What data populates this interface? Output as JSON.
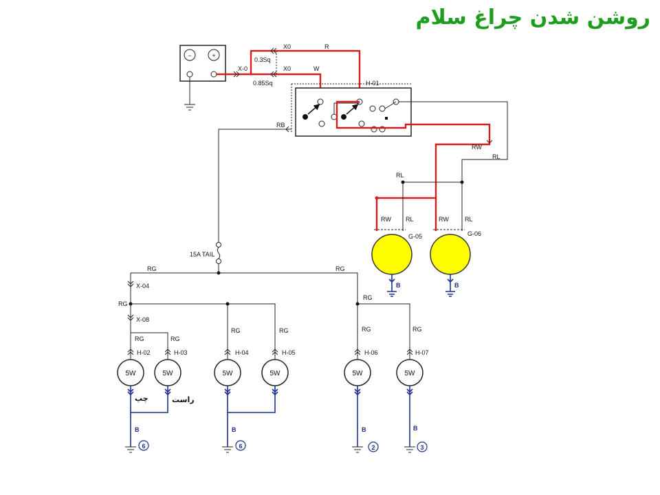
{
  "title": "روشن شدن چراغ سلام",
  "colors": {
    "title": "#1e9e1e",
    "hot_wire": "#d21e1e",
    "ground_wire": "#1a2f8f",
    "lamp": "#ffff00"
  },
  "labels": {
    "x0_a": "X0",
    "x0_b": "X0",
    "x0_c": "X-0",
    "r": "R",
    "w": "W",
    "sq1": "0.3Sq",
    "sq2": "0.85Sq",
    "h01": "H-01",
    "rb": "RB",
    "rw_main": "RW",
    "rl_main": "RL",
    "rl_top": "RL",
    "rw_g05": "RW",
    "rl_g05": "RL",
    "rw_g06": "RW",
    "rl_g06": "RL",
    "g05": "G-05",
    "g06": "G-06",
    "b_g05": "B",
    "b_g06": "B",
    "fuse": "15A TAIL",
    "rg_top_left": "RG",
    "rg_top_right": "RG",
    "x04": "X-04",
    "rg_mid_left": "RG",
    "x08": "X-08",
    "rg_h02": "RG",
    "rg_h03": "RG",
    "rg_h04": "RG",
    "rg_h05": "RG",
    "rg_right_bus": "RG",
    "rg_h06": "RG",
    "rg_h07": "RG",
    "h02": "H-02",
    "h03": "H-03",
    "h04": "H-04",
    "h05": "H-05",
    "h06": "H-06",
    "h07": "H-07",
    "b1": "B",
    "b2": "B",
    "b3": "B",
    "b4": "B",
    "left_fa": "چپ",
    "right_fa": "راست"
  },
  "bulbs": [
    "5W",
    "5W",
    "5W",
    "5W",
    "5W",
    "5W"
  ],
  "grounds": [
    "6",
    "6",
    "2",
    "3"
  ],
  "battery": {
    "neg": "−",
    "pos": "+"
  }
}
